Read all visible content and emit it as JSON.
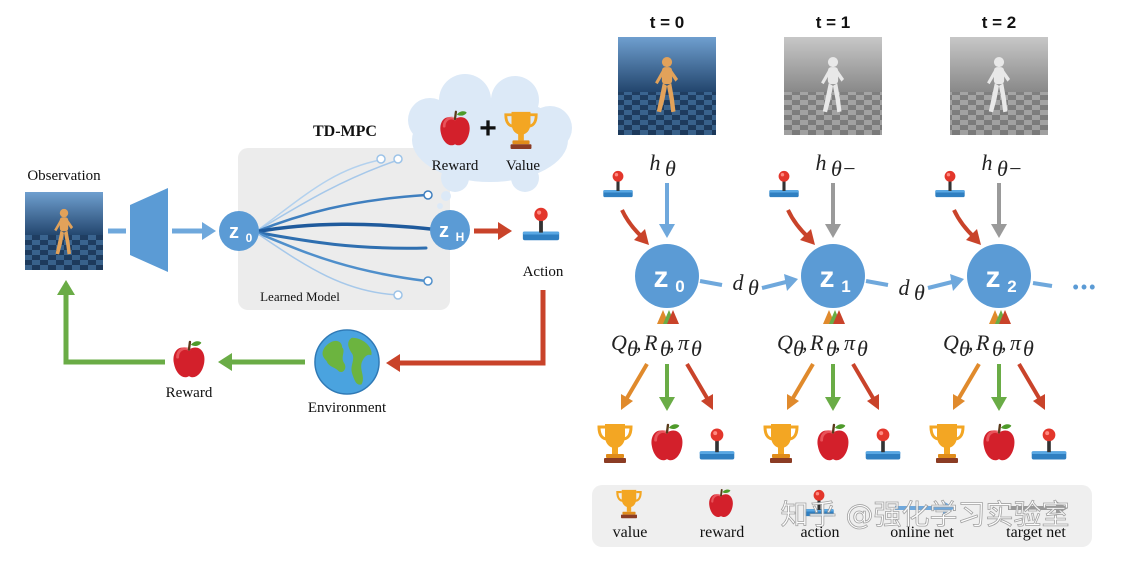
{
  "left_panel": {
    "title": "TD-MPC",
    "observation_label": "Observation",
    "z0_label": "z",
    "z0_sub": "0",
    "zh_label": "z",
    "zh_sub": "H",
    "learned_model_label": "Learned Model",
    "action_label": "Action",
    "reward_label": "Reward",
    "environment_label": "Environment",
    "cloud": {
      "plus": "+",
      "reward_label": "Reward",
      "value_label": "Value"
    }
  },
  "right_panel": {
    "timesteps": [
      {
        "label": "t = 0",
        "encoder": "h",
        "encoder_sub": "θ",
        "node": "z",
        "node_sub": "0",
        "heads": "Q_θ, R_θ, π_θ"
      },
      {
        "label": "t = 1",
        "encoder": "h",
        "encoder_sub": "θ−",
        "node": "z",
        "node_sub": "1",
        "heads": "Q_θ, R_θ, π_θ"
      },
      {
        "label": "t = 2",
        "encoder": "h",
        "encoder_sub": "θ−",
        "node": "z",
        "node_sub": "2",
        "heads": "Q_θ, R_θ, π_θ"
      }
    ],
    "dynamics": {
      "symbol": "d",
      "sub": "θ"
    },
    "ellipsis": "•••",
    "heads_math": {
      "Q": "Q",
      "R": "R",
      "pi": "π",
      "sub": "θ",
      "sep": ","
    }
  },
  "legend": {
    "items": [
      {
        "label": "value"
      },
      {
        "label": "reward"
      },
      {
        "label": "action"
      },
      {
        "label": "online net"
      },
      {
        "label": "target net"
      }
    ]
  },
  "watermark": "知乎 @强化学习实验室",
  "colors": {
    "node_blue": "#5b9bd5",
    "arrow_blue": "#6fa8dc",
    "arrow_gray": "#9a9a9a",
    "arrow_red": "#c9432a",
    "arrow_orange": "#e08a2c",
    "arrow_green": "#6aac46",
    "cloud": "#dce9f7",
    "learned_model_bg": "#ececec",
    "legend_bg": "#efefef"
  }
}
